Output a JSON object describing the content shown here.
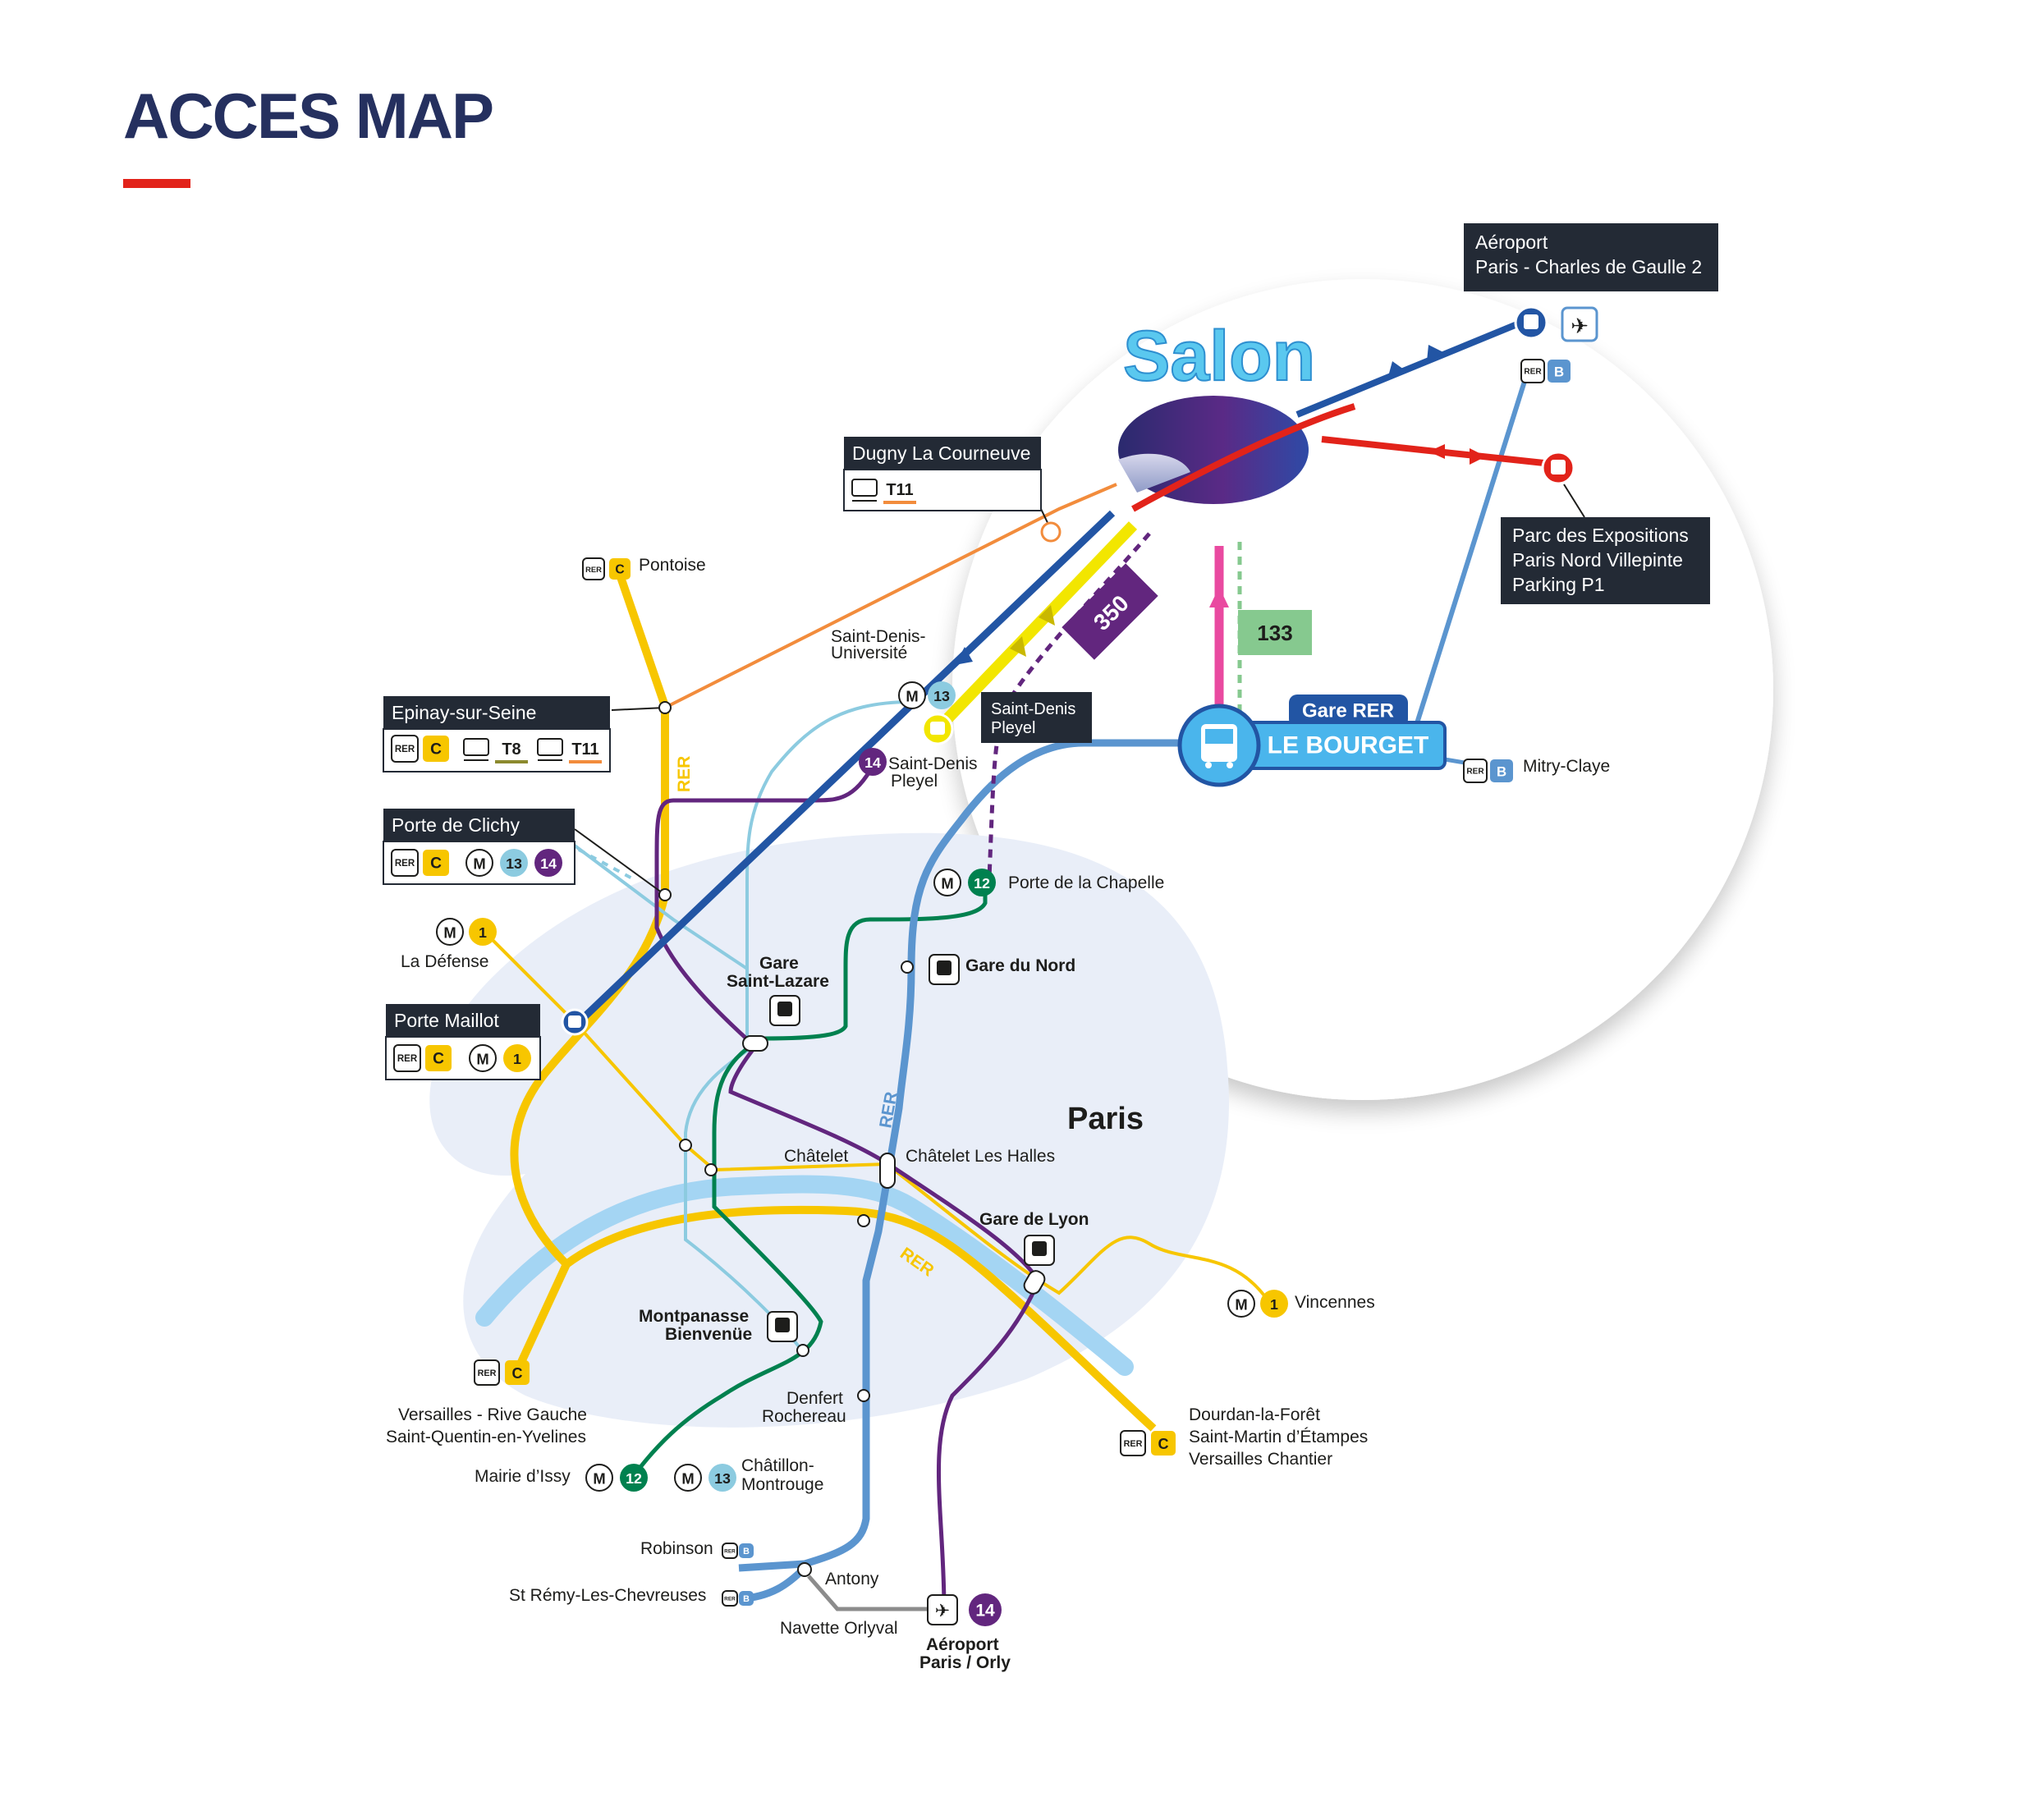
{
  "title": "ACCES MAP",
  "colors": {
    "title": "#25305f",
    "accent_red": "#e2231a",
    "rer_c": "#f7c600",
    "rer_b": "#5b95cf",
    "metro_1": "#f7c600",
    "metro_12": "#00814f",
    "metro_13": "#8ccbe0",
    "metro_14": "#62267e",
    "tram_t11": "#f28c3c",
    "bus_350": "#62267e",
    "bus_133": "#86c98f",
    "navette": "#e94aa0",
    "navy_box": "#232a35",
    "dark_blue": "#2255a4",
    "seine": "#a4d5f3",
    "paris_area": "#e9eef8"
  },
  "salon_label": "Salon",
  "paris_label": "Paris",
  "bus_numbers": {
    "b350": "350",
    "b133": "133"
  },
  "le_bourget": {
    "top": "Gare RER",
    "main": "LE BOURGET"
  },
  "rer_line_labels": {
    "north": "RER",
    "central": "RER",
    "south": "RER"
  },
  "info_boxes": {
    "cdg": {
      "line1": "Aéroport",
      "line2": "Paris - Charles de Gaulle 2"
    },
    "parc": {
      "line1": "Parc des Expositions",
      "line2": "Paris Nord Villepinte",
      "line3": "Parking P1"
    },
    "dugny": {
      "title": "Dugny La Courneuve"
    },
    "sdpleyel": {
      "line1": "Saint-Denis",
      "line2": "Pleyel"
    },
    "epinay": {
      "title": "Epinay-sur-Seine"
    },
    "clichy": {
      "title": "Porte de Clichy"
    },
    "maillot": {
      "title": "Porte Maillot"
    }
  },
  "badges": {
    "rer": "RER",
    "c": "C",
    "b": "B",
    "m": "M",
    "t8": "T8",
    "t11": "T11",
    "n1": "1",
    "n12": "12",
    "n13": "13",
    "n14": "14"
  },
  "stations": {
    "pontoise": "Pontoise",
    "sdu_1": "Saint-Denis-",
    "sdu_2": "Université",
    "sdp_1": "Saint-Denis",
    "sdp_2": "Pleyel",
    "mitry": "Mitry-Claye",
    "chapelle": "Porte de la Chapelle",
    "gare_nord": "Gare du Nord",
    "defense": "La Défense",
    "stlazare_1": "Gare",
    "stlazare_2": "Saint-Lazare",
    "chatelet": "Châtelet",
    "chatelet_halles": "Châtelet Les Halles",
    "gare_lyon": "Gare de Lyon",
    "vincennes": "Vincennes",
    "montparnasse_1": "Montpanasse",
    "montparnasse_2": "Bienvenüe",
    "denfert_1": "Denfert",
    "denfert_2": "Rochereau",
    "versailles_1": "Versailles - Rive Gauche",
    "versailles_2": "Saint-Quentin-en-Yvelines",
    "dourdan_1": "Dourdan-la-Forêt",
    "dourdan_2": "Saint-Martin d’Étampes",
    "dourdan_3": "Versailles Chantier",
    "issy": "Mairie d’Issy",
    "chatillon_1": "Châtillon-",
    "chatillon_2": "Montrouge",
    "robinson": "Robinson",
    "stremy": "St Rémy-Les-Chevreuses",
    "antony": "Antony",
    "orlyval": "Navette Orlyval",
    "orly_1": "Aéroport",
    "orly_2": "Paris / Orly"
  }
}
